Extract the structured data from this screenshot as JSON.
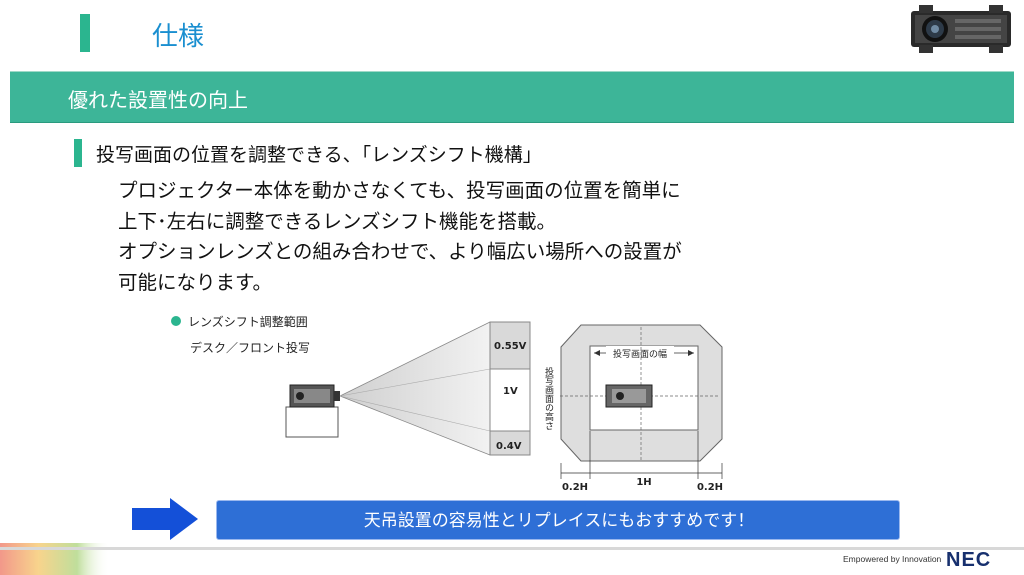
{
  "header": {
    "title": "仕様"
  },
  "section": {
    "title": "優れた設置性の向上"
  },
  "feature": {
    "heading": "投写画面の位置を調整できる、「レンズシフト機構」",
    "lines": [
      "プロジェクター本体を動かさなくても、投写画面の位置を簡単に",
      "上下･左右に調整できるレンズシフト機能を搭載。",
      "オプションレンズとの組み合わせで、より幅広い場所への設置が",
      "可能になります。"
    ]
  },
  "diagram": {
    "legend_title": "レンズシフト調整範囲",
    "legend_sub": "デスク／フロント投写",
    "v_top": "0.55V",
    "v_mid": "1V",
    "v_bot": "0.4V",
    "height_label": "投写画面の高さ",
    "width_label": "投写画面の幅",
    "h_left": "0.2H",
    "h_mid": "1H",
    "h_right": "0.2H"
  },
  "callout": {
    "text": "天吊設置の容易性とリプレイスにもおすすめです！"
  },
  "footer": {
    "tagline": "Empowered by Innovation",
    "logo": "NEC"
  },
  "colors": {
    "accent_green": "#3db598",
    "title_blue": "#1a8fd0",
    "callout_blue": "#2e6fd6",
    "arrow_blue": "#1450d8"
  }
}
